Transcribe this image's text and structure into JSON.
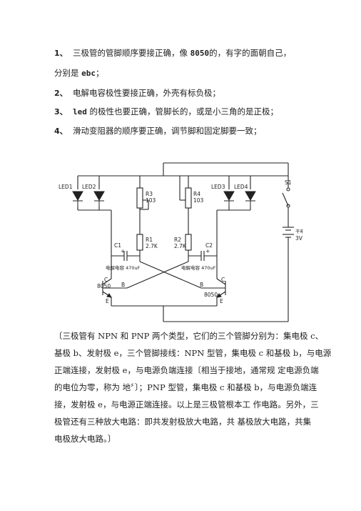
{
  "notes": [
    {
      "num": "1、",
      "pre": "三极管的管脚顺序要接正确，像 ",
      "code": "8050",
      "post": "的，有字的面朝自己，"
    },
    {
      "num": "",
      "pre": "分别是 ",
      "code": "ebc",
      "post": "；"
    },
    {
      "num": "2、",
      "pre": "电解电容极性要接正确，外壳有标负极；",
      "code": "",
      "post": ""
    },
    {
      "num": "3、",
      "pre": "",
      "code": "led",
      "post": " 的极性也要正确，管脚长的，或是小三角的是正极；"
    },
    {
      "num": "4、",
      "pre": "滑动变阻器的顺序要正确，调节脚和固定脚要一致；",
      "code": "",
      "post": ""
    }
  ],
  "circuit": {
    "led1": "LED1",
    "led2": "LED2",
    "led3": "LED3",
    "led4": "LED4",
    "r3": "R3",
    "r3v": "103",
    "r4": "R4",
    "r4v": "103",
    "r1": "R1",
    "r1v": "2.7K",
    "r2": "R2",
    "r2v": "2.7K",
    "c1": "C1",
    "c2": "C2",
    "plus": "+",
    "c1v": "电解电容  470uF",
    "c2v": "电解电容  470uF",
    "s1": "S1",
    "batt": "干电池",
    "battv": "3V",
    "q_left_c": "C",
    "q_left_model": "8050",
    "q_left_b": "B",
    "q_left_e": "E",
    "q_right_c": "C",
    "q_right_model": "8050",
    "q_right_b": "B",
    "q_right_e": "E"
  },
  "paragraph": [
    "〔三极管有 NPN 和 PNP 两个类型，它们的三个管脚分别为：集电极  c、",
    "基极 b、发射极 e，三个管脚接线：NPN 型管，集电极 c 和基极 b，与电源",
    "正端连接，发射极 e，与电源负端连接〔相当于接地，通常规  定电源负端",
    "的电位为零，称为 地〞〕；PNP 型管，集电极 c 和基极 b，与电源负端连",
    "接，发射极 e，与电源正端连接。以上是三极管根本工  作电路。另外，三",
    "极管还有三种放大电路：即共发射极放大电路，共  基极放大电路，共集",
    "电极放大电路。〕"
  ]
}
